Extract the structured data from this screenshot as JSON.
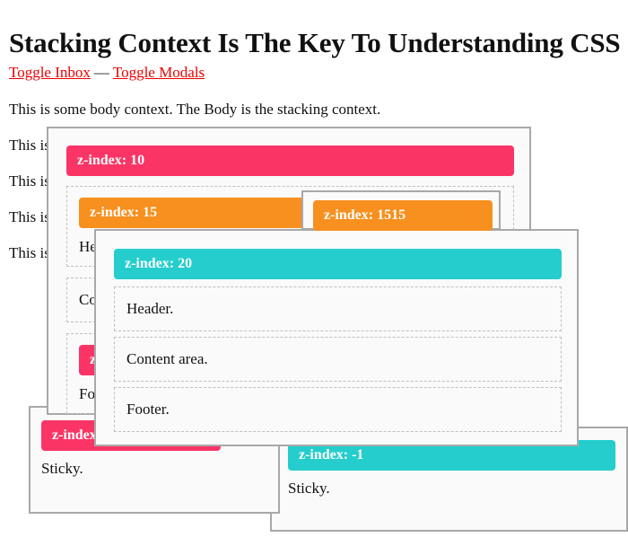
{
  "page": {
    "title": "Stacking Context Is The Key To Understanding CSS",
    "body_intro": "This is some body context. The Body is the stacking context.",
    "body_lines": [
      "This is some body context. The Body is the stacking context.",
      "This is some body context. The Body is the stacking context.",
      "This is some body context. The Body is the stacking context.",
      "This is some body context. The Body is the stacking context."
    ]
  },
  "toggles": {
    "inbox_label": "Toggle Inbox",
    "separator": "—",
    "modals_label": "Toggle Modals"
  },
  "colors": {
    "pink": "#fa3566",
    "orange": "#f7901e",
    "teal": "#25cdcd",
    "link": "#ee0000",
    "panel_bg": "#fafafa",
    "panel_border": "#a8a8a8",
    "dashed_border": "#bfbfbf"
  },
  "panels": {
    "inbox": {
      "badge": "z-index: 10",
      "badge_color": "#fa3566",
      "section_header": {
        "badge": "z-index: 15",
        "badge_color": "#f7901e",
        "label": "Header."
      },
      "section_content": {
        "label": "Content area."
      },
      "section_footer": {
        "badge": "z-index: 5",
        "badge_color": "#fa3566",
        "label": "Footer."
      }
    },
    "modal_1515": {
      "badge": "z-index: 1515",
      "badge_color": "#f7901e"
    },
    "modal_20": {
      "badge": "z-index: 20",
      "badge_color": "#25cdcd",
      "sections": [
        {
          "label": "Header."
        },
        {
          "label": "Content area."
        },
        {
          "label": "Footer."
        }
      ]
    },
    "sticky_pink": {
      "badge": "z-index: 5",
      "badge_color": "#fa3566",
      "label": "Sticky."
    },
    "sticky_teal": {
      "badge": "z-index: -1",
      "badge_color": "#25cdcd",
      "label": "Sticky."
    }
  }
}
